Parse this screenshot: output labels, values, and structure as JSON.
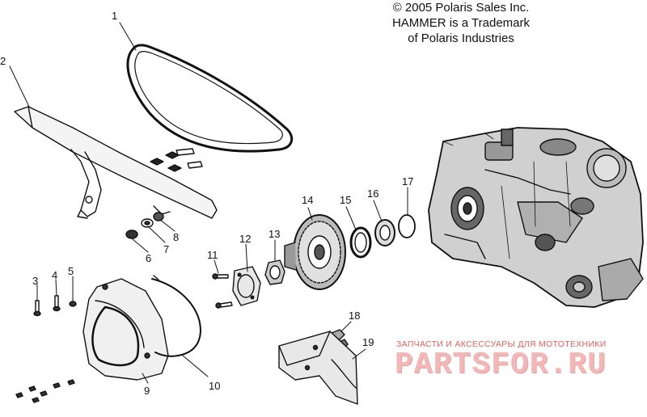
{
  "copyright": {
    "line1": "© 2005 Polaris Sales Inc.",
    "line2": "HAMMER is a Trademark",
    "line3": "of Polaris Industries"
  },
  "callouts": [
    "1",
    "2",
    "3",
    "4",
    "5",
    "6",
    "7",
    "8",
    "9",
    "10",
    "11",
    "12",
    "13",
    "14",
    "15",
    "16",
    "17",
    "18",
    "19"
  ],
  "watermark": {
    "tagline": "ЗАПЧАСТИ И АКСЕССУАРЫ ДЛЯ МОТОТЕХНИКИ",
    "logo": "PARTSFOR.RU"
  },
  "colors": {
    "ink": "#111111",
    "watermark": "#e06060"
  }
}
